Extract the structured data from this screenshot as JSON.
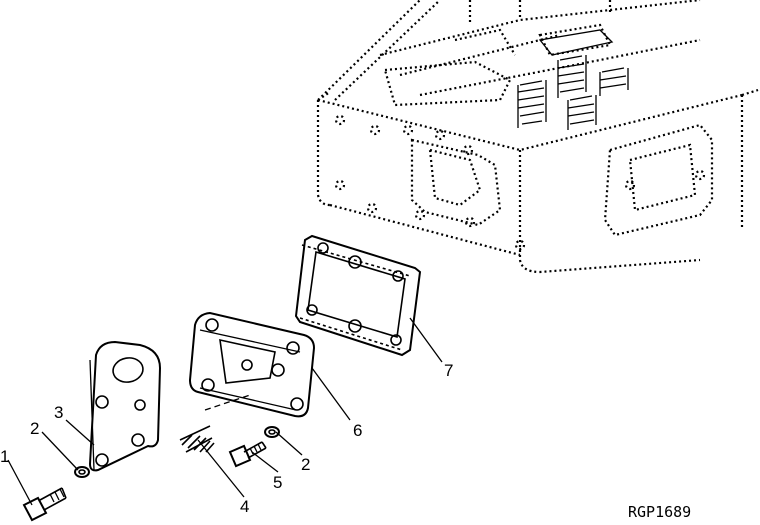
{
  "diagram": {
    "callouts": [
      {
        "id": "c1",
        "label": "1"
      },
      {
        "id": "c2a",
        "label": "2"
      },
      {
        "id": "c3",
        "label": "3"
      },
      {
        "id": "c4",
        "label": "4"
      },
      {
        "id": "c5",
        "label": "5"
      },
      {
        "id": "c2b",
        "label": "2"
      },
      {
        "id": "c6",
        "label": "6"
      },
      {
        "id": "c7",
        "label": "7"
      }
    ],
    "reference_code": "RGP1689"
  }
}
